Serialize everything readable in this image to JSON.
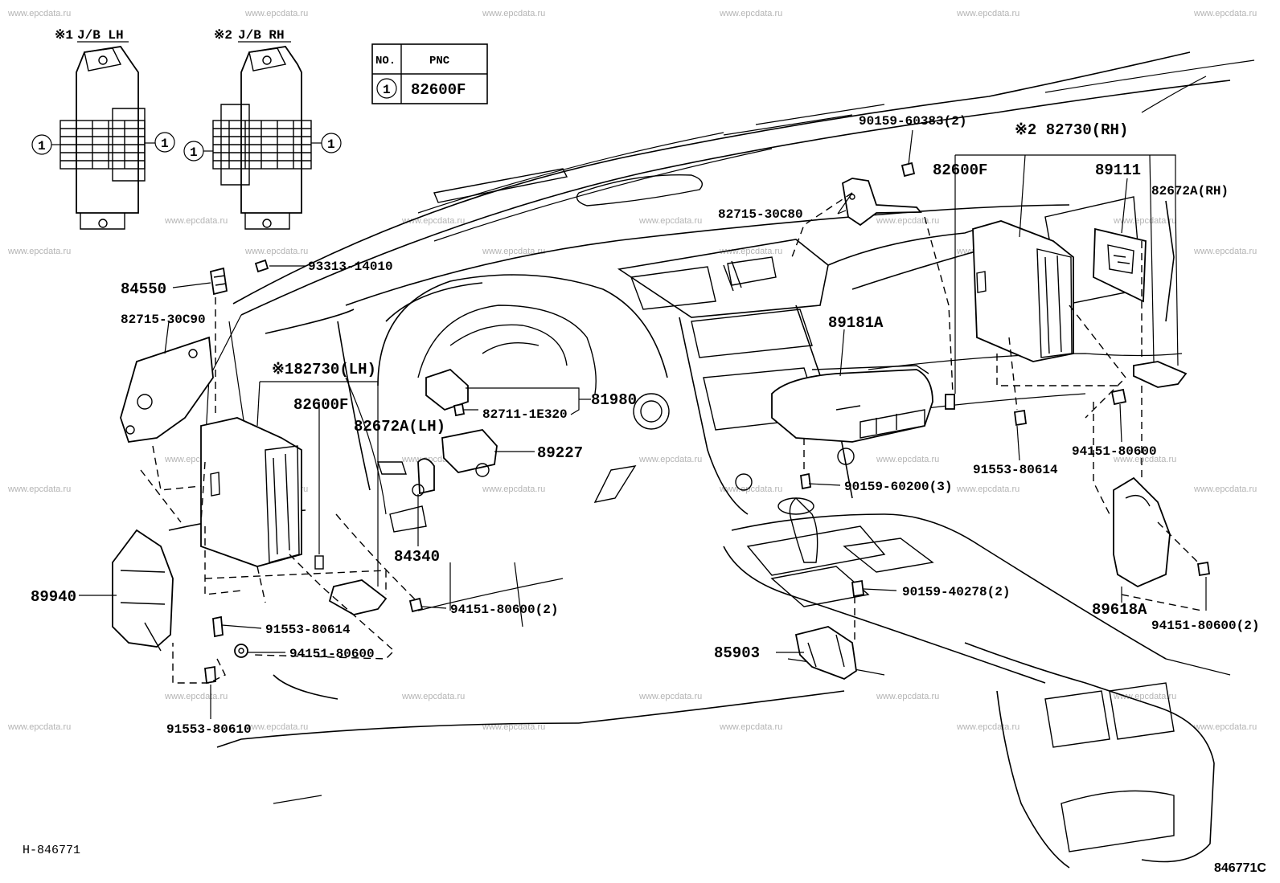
{
  "watermark": "www.epcdata.ru",
  "table": {
    "header_no": "NO.",
    "header_pnc": "PNC",
    "row_no": "1",
    "row_pnc": "82600F"
  },
  "jb_lh": {
    "mark": "※1",
    "label": "J/B LH",
    "callout": "1"
  },
  "jb_rh": {
    "mark": "※2",
    "label": "J/B RH",
    "callout": "1"
  },
  "labels": {
    "p90159_60383": "90159-60383(2)",
    "p82730_rh": "※2 82730(RH)",
    "p82600f_right": "82600F",
    "p89111": "89111",
    "p82672a_rh": "82672A(RH)",
    "p82715_30c80": "82715-30C80",
    "p93313_14010": "93313-14010",
    "p84550": "84550",
    "p82715_30c90": "82715-30C90",
    "p82730_lh": "※182730(LH)",
    "p82600f_left": "82600F",
    "p82672a_lh": "82672A(LH)",
    "p89181a": "89181A",
    "p81980": "81980",
    "p82711_1e320": "82711-1E320",
    "p89227": "89227",
    "p84340": "84340",
    "p89940": "89940",
    "p91553_80614_left": "91553-80614",
    "p94151_80600_left": "94151-80600",
    "p94151_80600_2_mid": "94151-80600(2)",
    "p91553_80610": "91553-80610",
    "p90159_60200": "90159-60200(3)",
    "p91553_80614_right": "91553-80614",
    "p94151_80600_right": "94151-80600",
    "p90159_40278": "90159-40278(2)",
    "p89618a": "89618A",
    "p94151_80600_2_right": "94151-80600(2)",
    "p85903": "85903"
  },
  "footer": {
    "ref_left": "H-846771",
    "ref_right": "846771C"
  }
}
